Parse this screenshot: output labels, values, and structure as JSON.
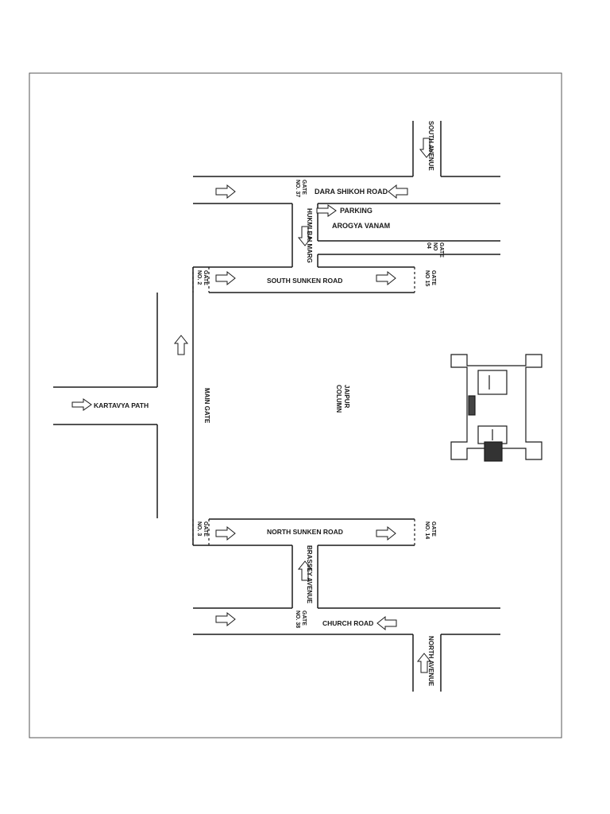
{
  "map": {
    "roads": {
      "dara_shikoh": "DARA SHIKOH ROAD",
      "south_avenue": "SOUTH AVENUE",
      "hukmi_bai": "HUKMI BAI MARG",
      "south_sunken": "SOUTH SUNKEN ROAD",
      "kartavya": "KARTAVYA PATH",
      "north_sunken": "NORTH SUNKEN ROAD",
      "brassey": "BRASSEY AVENUE",
      "church": "CHURCH ROAD",
      "north_avenue": "NORTH AVENUE"
    },
    "places": {
      "parking": "PARKING",
      "arogya": "AROGYA VANAM",
      "jaipur_line1": "JAIPUR",
      "jaipur_line2": "COLUMN",
      "main_gate": "MAIN GATE"
    },
    "gates": {
      "no37": [
        "GATE",
        "NO. 37"
      ],
      "no04": [
        "GATE",
        "NO",
        "04"
      ],
      "no2": [
        "GATE",
        "NO. 2"
      ],
      "no15": [
        "GATE",
        "NO 15"
      ],
      "no3": [
        "GATE",
        "NO. 3"
      ],
      "no14": [
        "GATE",
        "NO. 14"
      ],
      "no38": [
        "GATE",
        "NO. 38"
      ]
    },
    "colors": {
      "ink": "#1a1a1a",
      "frame": "#555555",
      "paper": "#ffffff"
    }
  }
}
